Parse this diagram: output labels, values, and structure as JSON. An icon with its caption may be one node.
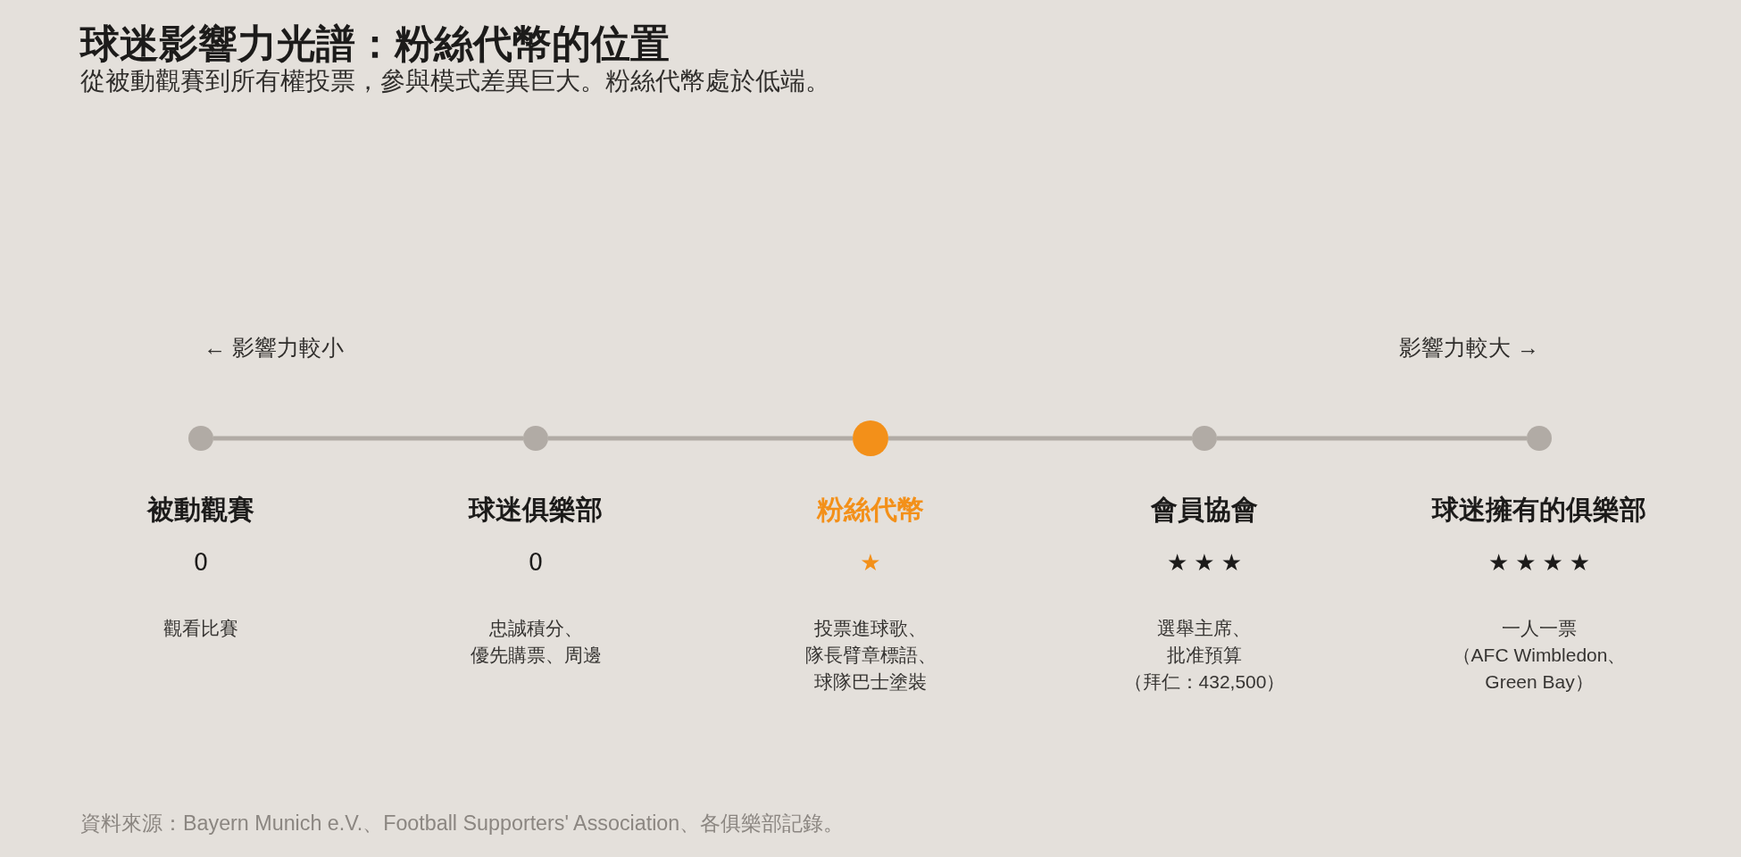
{
  "diagram": {
    "title": "球迷影響力光譜：粉絲代幣的位置",
    "caption": "資料來源：Bayern Munich e.V.、Football Supporters' Association、各俱樂部記錄。",
    "nodes": [
      {
        "text": [],
        "shape": "circle",
        "beside": [
          "被動觀賽",
          "0",
          "觀看比賽"
        ]
      },
      {
        "text": [],
        "shape": "circle",
        "beside": [
          "球迷俱樂部",
          "0",
          "忠誠積分、優先購票、周邊"
        ]
      },
      {
        "text": [],
        "shape": "circle",
        "beside": [
          "粉絲代幣",
          "★",
          "投票進球歌、隊長臂章標語、球隊巴士塗裝"
        ]
      },
      {
        "text": [],
        "shape": "circle",
        "beside": [
          "會員協會",
          "★★★",
          "選舉主席、批准預算（拜仁：432,500）"
        ]
      },
      {
        "text": [],
        "shape": "circle",
        "beside": [
          "球迷擁有的俱樂部",
          "★★★★",
          "一人一票（AFC Wimbledon、Green Bay）"
        ]
      }
    ],
    "edges": [
      {
        "from": 0,
        "to": 1,
        "arrow": "none"
      },
      {
        "from": 1,
        "to": 2,
        "arrow": "none"
      },
      {
        "from": 2,
        "to": 3,
        "arrow": "none"
      },
      {
        "from": 3,
        "to": 4,
        "arrow": "none"
      }
    ],
    "labels": [
      "從被動觀賽到所有權投票，參與模式差異巨大。粉絲代幣處於低端。",
      "← 影響力較小",
      "影響力較大 →"
    ]
  }
}
